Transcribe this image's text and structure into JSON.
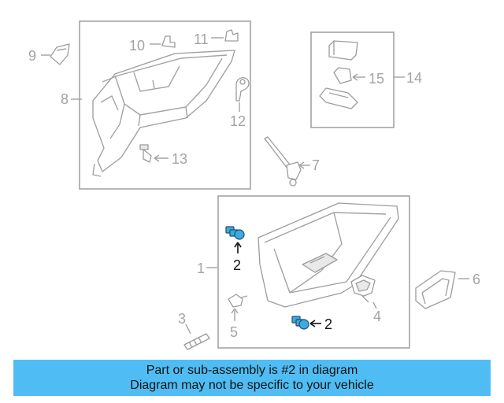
{
  "callouts": {
    "c1": "1",
    "c2a": "2",
    "c2b": "2",
    "c3": "3",
    "c4": "4",
    "c5": "5",
    "c6": "6",
    "c7": "7",
    "c8": "8",
    "c9": "9",
    "c10": "10",
    "c11": "11",
    "c12": "12",
    "c13": "13",
    "c14": "14",
    "c15": "15"
  },
  "highlight_part": "2",
  "colors": {
    "highlight": "#3fa9e0",
    "banner": "#4fbdf3",
    "outline": "#a3a3a3"
  },
  "banner": {
    "line1": "Part or sub-assembly is #2 in diagram",
    "line2": "Diagram may not be specific to your vehicle"
  }
}
